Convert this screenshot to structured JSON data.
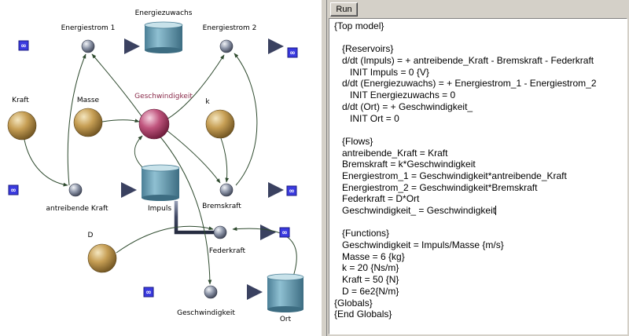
{
  "toolbar": {
    "run_label": "Run"
  },
  "colors": {
    "pipe": "#46506e",
    "reservoir": "#6fa3b8",
    "reservoir_top": "#b8d6e0",
    "converter": "#b08a3c",
    "converter_highlight": "#e8d6a6",
    "valve": "#5c6478",
    "highlight": "#a8325c",
    "endpoint": "#3a3ae0"
  },
  "diagram": {
    "nodes": {
      "energiezuwachs": {
        "label": "Energiezuwachs",
        "kind": "reservoir"
      },
      "impuls": {
        "label": "Impuls",
        "kind": "reservoir"
      },
      "ort": {
        "label": "Ort",
        "kind": "reservoir"
      },
      "energiestrom_1": {
        "label": "Energiestrom 1",
        "kind": "flow"
      },
      "energiestrom_2": {
        "label": "Energiestrom 2",
        "kind": "flow"
      },
      "antreibende_kraft": {
        "label": "antreibende Kraft",
        "kind": "flow"
      },
      "bremskraft": {
        "label": "Bremskraft",
        "kind": "flow"
      },
      "federkraft": {
        "label": "Federkraft",
        "kind": "flow"
      },
      "geschwindigkeit_flow": {
        "label": "Geschwindigkeit",
        "kind": "flow"
      },
      "kraft": {
        "label": "Kraft",
        "kind": "converter"
      },
      "masse": {
        "label": "Masse",
        "kind": "converter"
      },
      "k": {
        "label": "k",
        "kind": "converter"
      },
      "d": {
        "label": "D",
        "kind": "converter"
      },
      "geschwindigkeit_converter": {
        "label": "Geschwindigkeit",
        "kind": "converter"
      }
    },
    "endpoint_symbol": "∞"
  },
  "code": {
    "lines": [
      "{Top model}",
      "",
      "   {Reservoirs}",
      "   d/dt (Impuls) = + antreibende_Kraft - Bremskraft - Federkraft",
      "      INIT Impuls = 0 {V}",
      "   d/dt (Energiezuwachs) = + Energiestrom_1 - Energiestrom_2",
      "      INIT Energiezuwachs = 0",
      "   d/dt (Ort) = + Geschwindigkeit_",
      "      INIT Ort = 0",
      "",
      "   {Flows}",
      "   antreibende_Kraft = Kraft",
      "   Bremskraft = k*Geschwindigkeit",
      "   Energiestrom_1 = Geschwindigkeit*antreibende_Kraft",
      "   Energiestrom_2 = Geschwindigkeit*Bremskraft",
      "   Federkraft = D*Ort",
      "   Geschwindigkeit_ = Geschwindigkeit",
      "",
      "   {Functions}",
      "   Geschwindigkeit = Impuls/Masse {m/s}",
      "   Masse = 6 {kg}",
      "   k = 20 {Ns/m}",
      "   Kraft = 50 {N}",
      "   D = 6e2{N/m}",
      "{Globals}",
      "{End Globals}"
    ],
    "caret_line": 16
  }
}
